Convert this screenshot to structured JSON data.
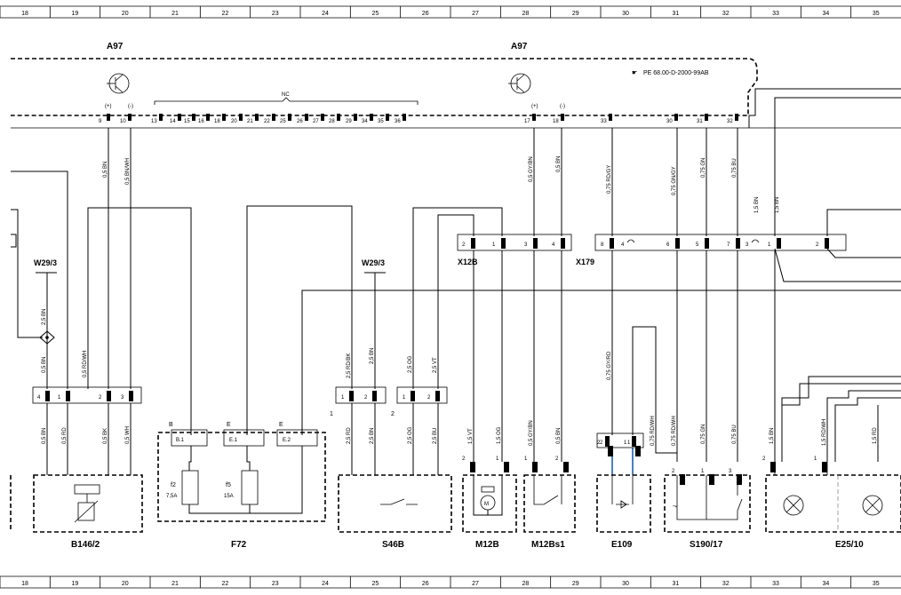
{
  "ruler": [
    "18",
    "19",
    "20",
    "21",
    "22",
    "23",
    "24",
    "25",
    "26",
    "27",
    "28",
    "29",
    "30",
    "31",
    "32",
    "33",
    "34",
    "35"
  ],
  "modules": {
    "a97_left": "A97",
    "a97_right": "A97",
    "reference": "PE 68.00-D-2000-99AB",
    "nc_label": "NC"
  },
  "a97_pins": [
    "9",
    "10",
    "13",
    "14",
    "15",
    "16",
    "18",
    "20",
    "21",
    "22",
    "25",
    "26",
    "27",
    "28",
    "29",
    "34",
    "35",
    "36",
    "17",
    "18",
    "33",
    "30",
    "31",
    "32"
  ],
  "a97_pin_signs": [
    "(+)",
    "(-)",
    "(+)",
    "(-)"
  ],
  "top_wire_labels": [
    "0,5 BN",
    "0,5 BN/WH",
    "0,5 GY/BN",
    "0,5 BN",
    "0,75 RD/GY",
    "0,75 GN/GY",
    "0,75 GN",
    "0,75 BU",
    "1,5 BN",
    "1,5 BN"
  ],
  "mid_wire_labels": [
    "2,5 BN",
    "0,5 BN",
    "0,5 RD/WH",
    "2,5 RD/BK",
    "2,5 BN",
    "2,5 OG",
    "2,5 VT",
    "0,75 GY/RD"
  ],
  "ground_labels": [
    "W29/3",
    "W29/3"
  ],
  "connectors": {
    "x12b": "X12B",
    "x179": "X179"
  },
  "x12b_pins": [
    "2",
    "1",
    "3",
    "4"
  ],
  "x179_pins": [
    "8",
    "4",
    "6",
    "5",
    "7",
    "3",
    "1",
    "2"
  ],
  "bottom_connector_pins": [
    "4",
    "1",
    "2",
    "3",
    "1",
    "2",
    "1",
    "2",
    "2",
    "1"
  ],
  "bottom_wire_labels": [
    "0,5 BN",
    "0,5 RD",
    "0,5 BK",
    "0,5 WH",
    "2,5 RD",
    "2,5 BN",
    "2,5 OG",
    "2,5 BU",
    "1,5 VT",
    "1,5 OG",
    "0,5 GY/BN",
    "0,5 BN",
    "0,75 RD/WH",
    "0,75 RD/WH",
    "0,75 GN",
    "0,75 BU",
    "1,5 BN",
    "1,5 RD/WH",
    "1,5 RD"
  ],
  "group_numbers": [
    "1",
    "2"
  ],
  "fuse_box": {
    "slot_b": "B",
    "slot_e1": "E",
    "slot_e2": "E",
    "term_b1": "B.1",
    "term_e1": "E.1",
    "term_e2": "E.2",
    "fuse_f2": "f2",
    "fuse_f2_rating": "7,5A",
    "fuse_f5": "f5",
    "fuse_f5_rating": "15A"
  },
  "component_pins": [
    "2",
    "1",
    "1",
    "2",
    "2",
    "1",
    "2",
    "1",
    "3",
    "2",
    "1"
  ],
  "components": [
    "B146/2",
    "F72",
    "S46B",
    "M12B",
    "M12Bs1",
    "E109",
    "S190/17",
    "E25/10"
  ],
  "colors": {
    "line": "#000000",
    "blue_wire": "#1f5fb8",
    "background": "#ffffff"
  }
}
